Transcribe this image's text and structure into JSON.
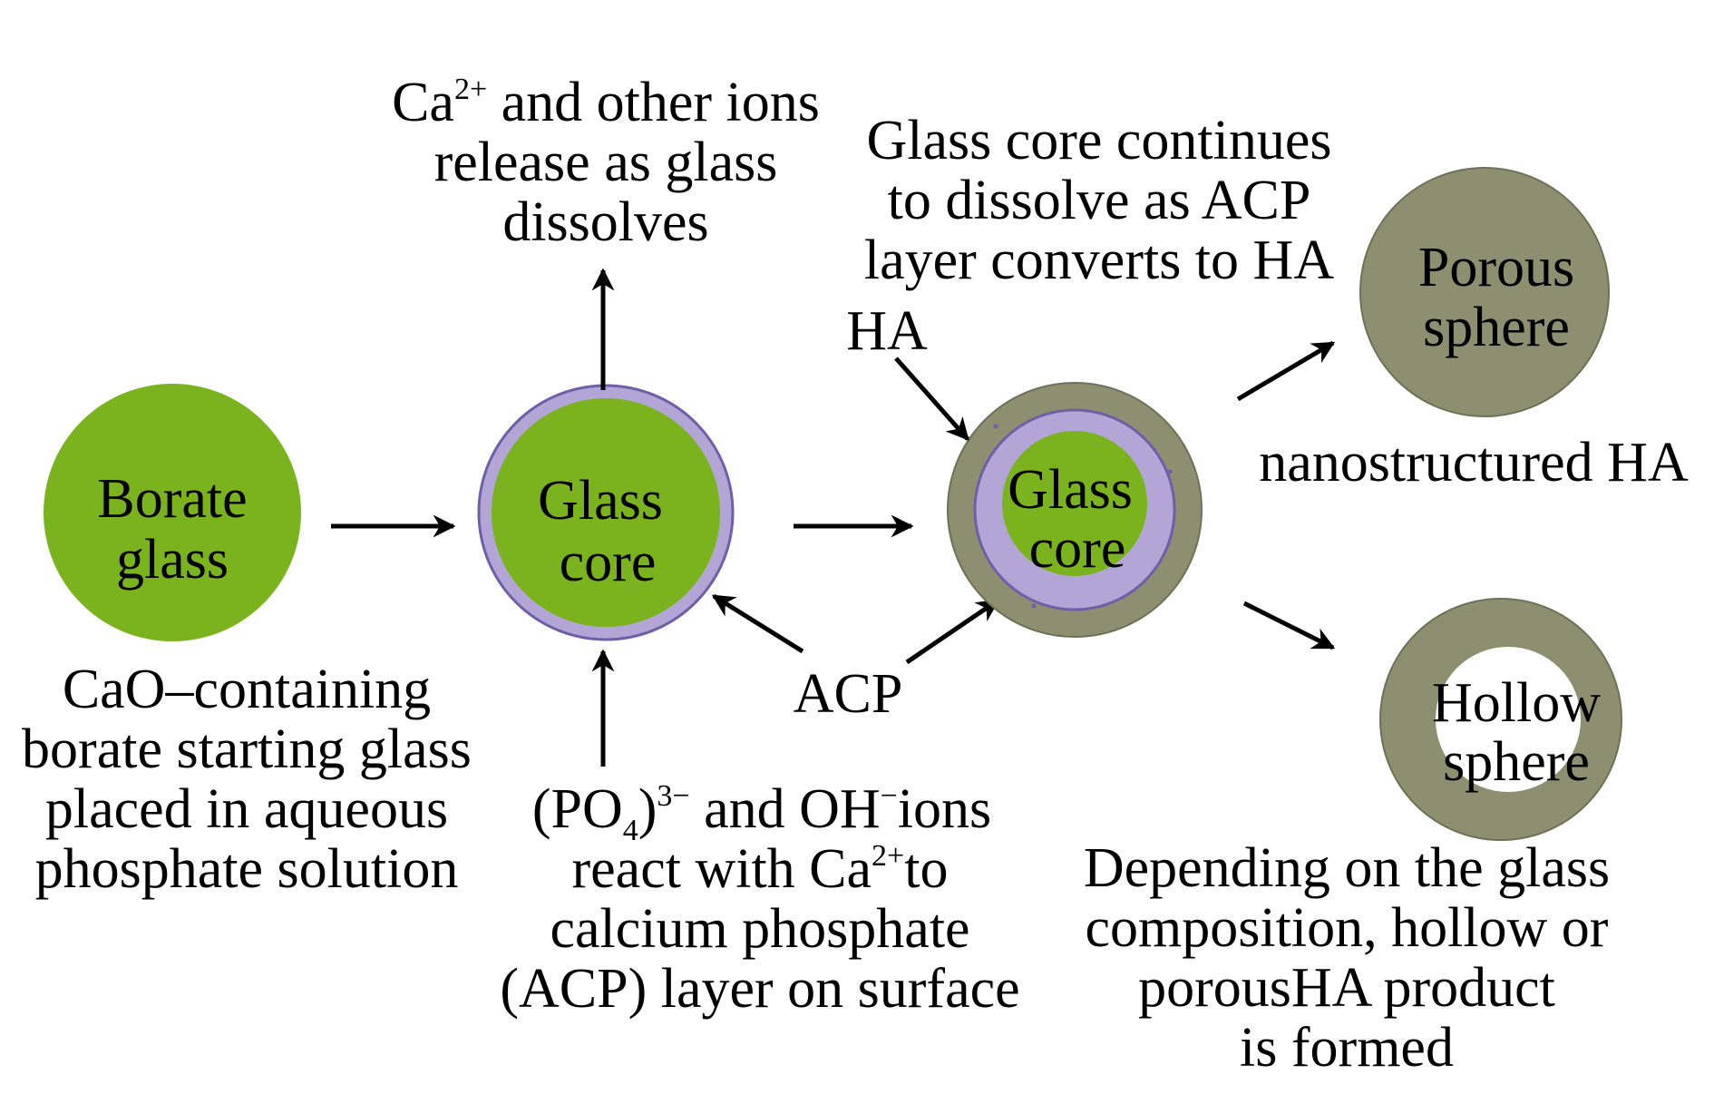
{
  "colors": {
    "glass_green": "#7bb31f",
    "acp_lavender": "#b3a6d6",
    "acp_outline": "#6f5fa6",
    "ha_gray": "#8c8f70",
    "ha_outline": "#6e7157",
    "arrow": "#000000"
  },
  "stage1": {
    "circle_label": [
      "Borate",
      "glass"
    ],
    "caption": [
      "CaO–containing",
      "borate starting glass",
      "placed in aqueous",
      "phosphate solution"
    ]
  },
  "stage2": {
    "circle_label": [
      "Glass",
      "core"
    ],
    "top_caption": {
      "line1_pre": "Ca",
      "line1_sup": "2+",
      "line1_post": " and other ions",
      "line2": "release as glass",
      "line3": "dissolves"
    },
    "bottom_caption": {
      "line1_a": "(PO",
      "line1_sub": "4",
      "line1_b": ")",
      "line1_sup": "3−",
      "line1_c": " and OH",
      "line1_sup2": "−",
      "line1_d": "ions",
      "line2_pre": "react with Ca",
      "line2_sup": "2+",
      "line2_post": "to",
      "line3": "calcium phosphate",
      "line4": "(ACP) layer on surface"
    }
  },
  "acp_label": "ACP",
  "stage3": {
    "circle_label": [
      "Glass",
      "core"
    ],
    "ha_label": "HA",
    "top_caption": [
      "Glass core continues",
      "to dissolve as ACP",
      "layer converts to HA"
    ]
  },
  "stage4": {
    "porous_label": [
      "Porous",
      "sphere"
    ],
    "nano_label": "nanostructured HA",
    "hollow_label": [
      "Hollow",
      "sphere"
    ],
    "bottom_caption": [
      "Depending on the glass",
      "composition, hollow or",
      "porousHA product",
      "is formed"
    ]
  }
}
